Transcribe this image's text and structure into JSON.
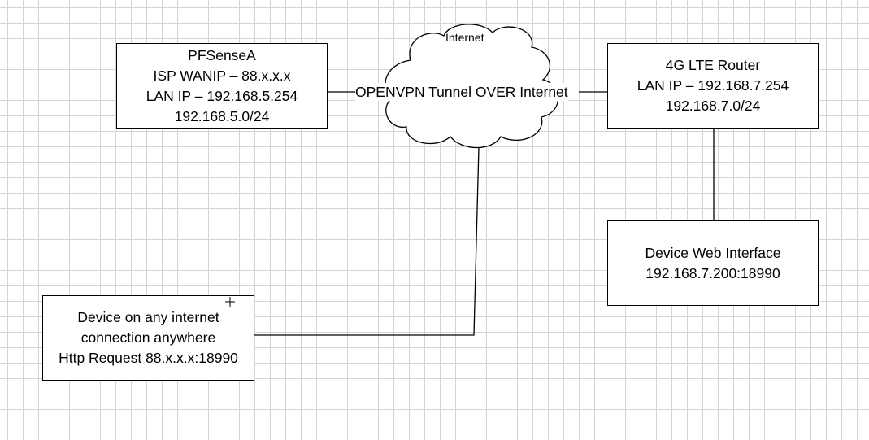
{
  "cloud": {
    "label": "Internet",
    "tunnel_label": "OPENVPN Tunnel OVER Internet"
  },
  "pfsense": {
    "lines": [
      "PFSenseA",
      "ISP WANIP – 88.x.x.x",
      "LAN IP – 192.168.5.254",
      "192.168.5.0/24"
    ]
  },
  "lte_router": {
    "lines": [
      "4G LTE Router",
      "LAN IP – 192.168.7.254",
      "192.168.7.0/24"
    ]
  },
  "device_web": {
    "lines": [
      "Device Web Interface",
      "192.168.7.200:18990"
    ]
  },
  "client_device": {
    "lines": [
      "Device on any internet",
      "connection anywhere",
      "Http Request 88.x.x.x:18990"
    ]
  }
}
